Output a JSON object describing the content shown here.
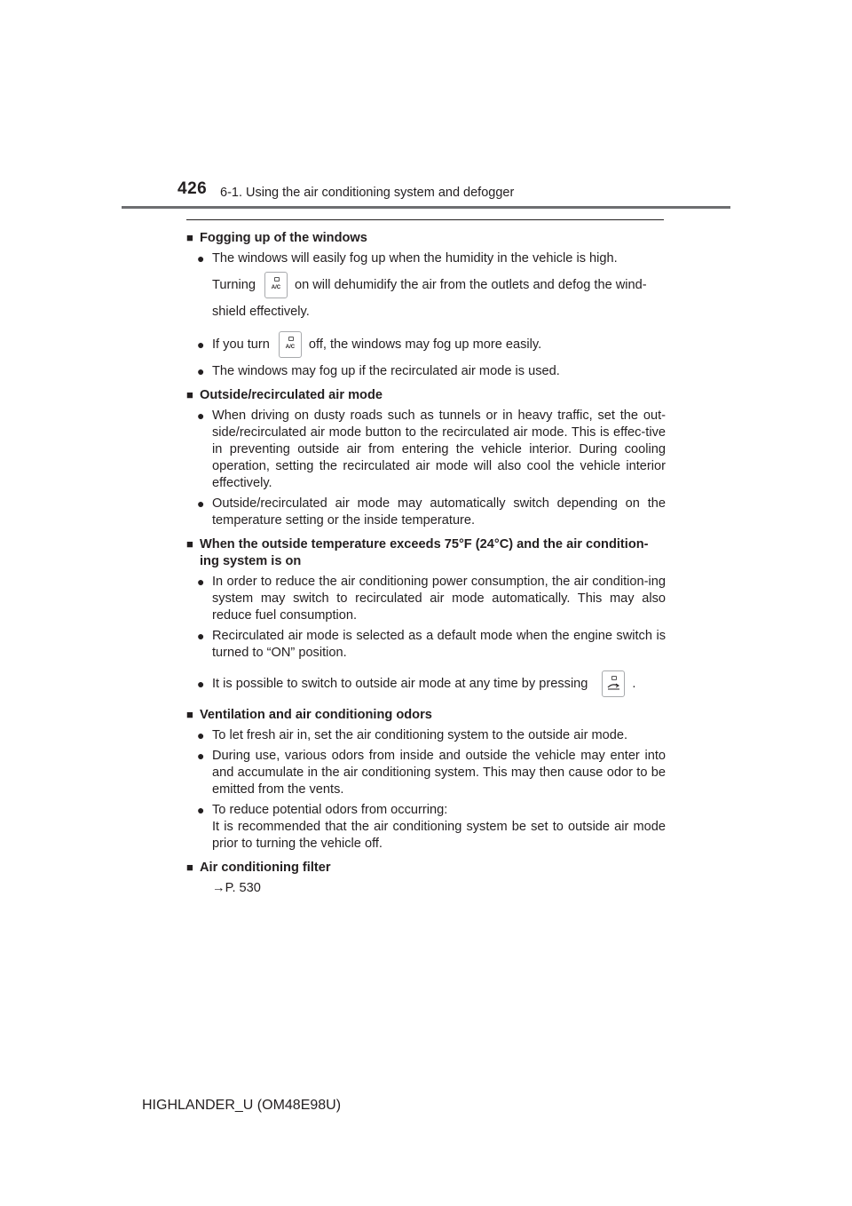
{
  "header": {
    "page_number": "426",
    "section_title": "6-1. Using the air conditioning system and defogger"
  },
  "sections": [
    {
      "title": "Fogging up of the windows",
      "bullets": [
        "The windows will easily fog up when the humidity in the vehicle is high.",
        "on will dehumidify the air from the outlets and defog the wind-",
        "shield effectively.",
        "If you turn",
        "off, the windows may fog up more easily.",
        "The windows may fog up if the recirculated air mode is used."
      ],
      "turning_word": "Turning"
    },
    {
      "title": "Outside/recirculated air mode",
      "bullets": [
        "When driving on dusty roads such as tunnels or in heavy traffic, set the out-side/recirculated air mode button to the recirculated air mode. This is effec-tive in preventing outside air from entering the vehicle interior. During cooling operation, setting the recirculated air mode will also cool the vehicle interior effectively.",
        "Outside/recirculated air mode may automatically switch depending on the temperature setting or the inside temperature."
      ]
    },
    {
      "title": "When the outside temperature exceeds 75°F (24°C) and the air condition-ing system is on",
      "bullets": [
        "In order to reduce the air conditioning power consumption, the air condition-ing system may switch to recirculated air mode automatically. This may also reduce fuel consumption.",
        "Recirculated air mode is selected as a default mode when the engine switch is turned to “ON” position.",
        "It is possible to switch to outside air mode at any time by pressing",
        "."
      ]
    },
    {
      "title": "Ventilation and air conditioning odors",
      "bullets": [
        "To let fresh air in, set the air conditioning system to the outside air mode.",
        "During use, various odors from inside and outside the vehicle may enter into and accumulate in the air conditioning system. This may then cause odor to be emitted from the vents.",
        "To reduce potential odors from occurring:",
        "It is recommended that the air conditioning system be set to outside air mode prior to turning the vehicle off."
      ]
    },
    {
      "title": "Air conditioning filter",
      "ref": "→P. 530"
    }
  ],
  "icons": {
    "ac_label": "A/C",
    "heading_mark": "■",
    "bullet_mark": "●"
  },
  "footer": {
    "model": "HIGHLANDER_U (OM48E98U)"
  }
}
